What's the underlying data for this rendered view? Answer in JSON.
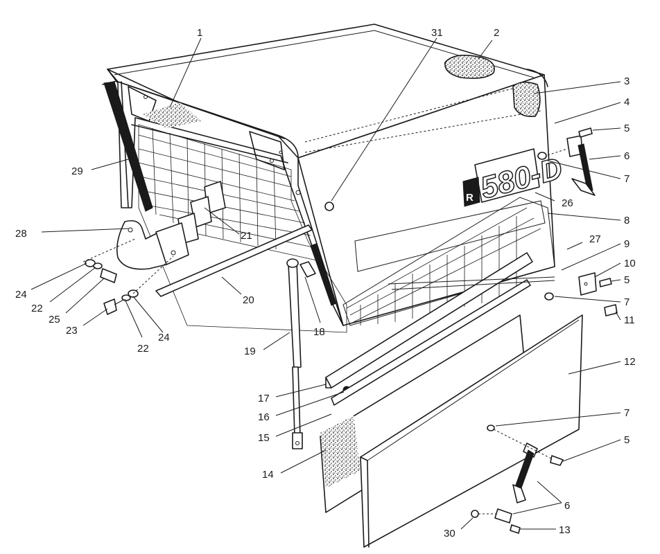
{
  "diagram": {
    "type": "exploded-parts-view",
    "decal_text": "580-D",
    "decal_prefix": "R",
    "callouts": [
      {
        "id": "c1",
        "label": "1"
      },
      {
        "id": "c2",
        "label": "2"
      },
      {
        "id": "c3",
        "label": "3"
      },
      {
        "id": "c4",
        "label": "4"
      },
      {
        "id": "c5a",
        "label": "5"
      },
      {
        "id": "c6a",
        "label": "6"
      },
      {
        "id": "c7a",
        "label": "7"
      },
      {
        "id": "c8",
        "label": "8"
      },
      {
        "id": "c9",
        "label": "9"
      },
      {
        "id": "c10",
        "label": "10"
      },
      {
        "id": "c5b",
        "label": "5"
      },
      {
        "id": "c7b",
        "label": "7"
      },
      {
        "id": "c11",
        "label": "11"
      },
      {
        "id": "c12",
        "label": "12"
      },
      {
        "id": "c7c",
        "label": "7"
      },
      {
        "id": "c5c",
        "label": "5"
      },
      {
        "id": "c6b",
        "label": "6"
      },
      {
        "id": "c13",
        "label": "13"
      },
      {
        "id": "c30",
        "label": "30"
      },
      {
        "id": "c14",
        "label": "14"
      },
      {
        "id": "c15",
        "label": "15"
      },
      {
        "id": "c16",
        "label": "16"
      },
      {
        "id": "c17",
        "label": "17"
      },
      {
        "id": "c19",
        "label": "19"
      },
      {
        "id": "c18",
        "label": "18"
      },
      {
        "id": "c20",
        "label": "20"
      },
      {
        "id": "c21",
        "label": "21"
      },
      {
        "id": "c26",
        "label": "26"
      },
      {
        "id": "c27",
        "label": "27"
      },
      {
        "id": "c28",
        "label": "28"
      },
      {
        "id": "c29",
        "label": "29"
      },
      {
        "id": "c31",
        "label": "31"
      },
      {
        "id": "c24a",
        "label": "24"
      },
      {
        "id": "c22a",
        "label": "22"
      },
      {
        "id": "c25",
        "label": "25"
      },
      {
        "id": "c23",
        "label": "23"
      },
      {
        "id": "c22b",
        "label": "22"
      },
      {
        "id": "c24b",
        "label": "24"
      }
    ]
  }
}
